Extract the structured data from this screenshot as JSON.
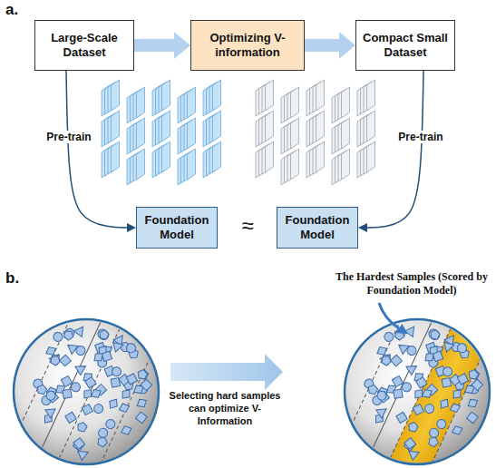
{
  "diagram": {
    "nodes": [
      {
        "text": [
          "Large-Scale Dataset"
        ]
      },
      {
        "text": [
          "Optimizing V-information"
        ]
      },
      {
        "text": [
          "Compact Small Dataset"
        ]
      },
      {
        "text": [
          "Foundation Model"
        ]
      },
      {
        "text": [
          "Foundation Model"
        ]
      }
    ],
    "edges": [
      {
        "from": 0,
        "to": 1,
        "arrow": "to"
      },
      {
        "from": 1,
        "to": 2,
        "arrow": "to"
      },
      {
        "from": 0,
        "to": 3,
        "label": "Pre-train",
        "arrow": "to"
      },
      {
        "from": 2,
        "to": 4,
        "label": "Pre-train",
        "arrow": "to"
      }
    ],
    "labels": [
      "a.",
      "≈",
      "b.",
      "The Hardest Samples (Scored by Foundation Model)",
      "Selecting hard samples can optimize V-Information"
    ]
  }
}
